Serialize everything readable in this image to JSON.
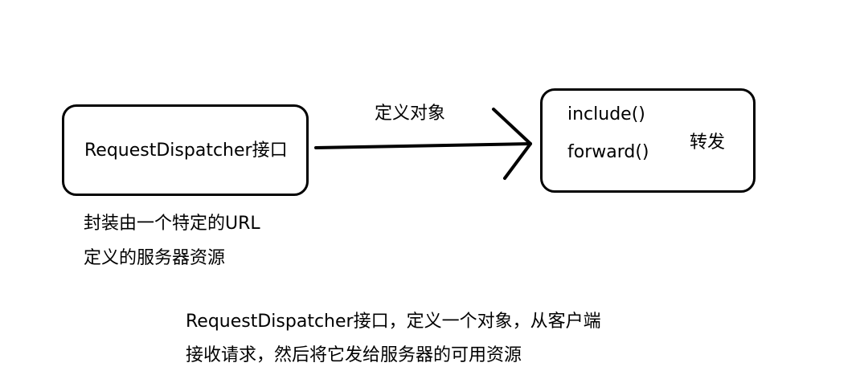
{
  "diagram": {
    "source_box": {
      "label": "RequestDispatcher接口"
    },
    "arrow": {
      "label": "定义对象"
    },
    "target_box": {
      "methods": [
        "include()",
        "forward()"
      ],
      "side_label": "转发"
    },
    "note": {
      "lines": [
        "封装由一个特定的URL",
        "定义的服务器资源"
      ]
    },
    "description": {
      "lines": [
        "RequestDispatcher接口，定义一个对象，从客户端",
        "接收请求，然后将它发给服务器的可用资源"
      ]
    }
  }
}
